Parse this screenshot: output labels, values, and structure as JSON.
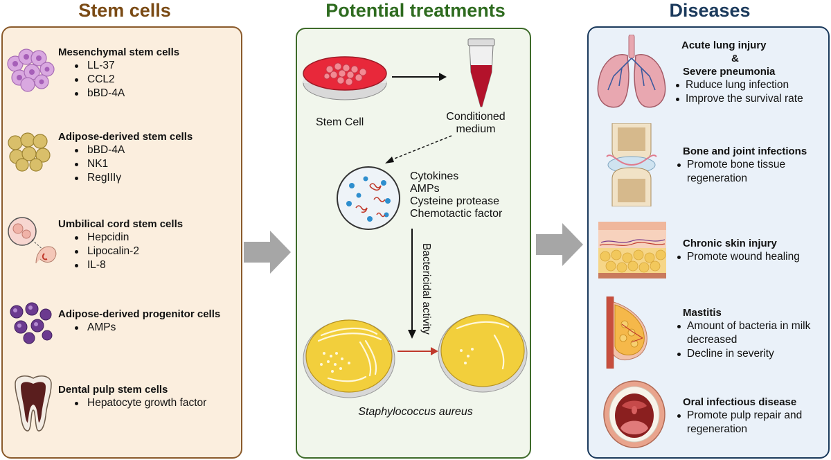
{
  "colors": {
    "stem_title": "#7a4a14",
    "treat_title": "#2e6b1f",
    "disease_title": "#1b3a5c",
    "stem_panel_bg": "#fbeede",
    "stem_panel_border": "#8a5a2b",
    "treat_panel_bg": "#f1f6ec",
    "treat_panel_border": "#3e6b2a",
    "disease_panel_bg": "#eaf1f9",
    "disease_panel_border": "#1b3a5c",
    "flow_arrow": "#a6a6a6",
    "red_arrow": "#c0392b"
  },
  "stem_cells": {
    "title": "Stem cells",
    "items": [
      {
        "name": "Mesenchymal stem cells",
        "icon": "mesenchymal-cells-icon",
        "bullets": [
          "LL-37",
          "CCL2",
          "bBD-4A"
        ]
      },
      {
        "name": "Adipose-derived stem cells",
        "icon": "adipose-cells-icon",
        "bullets": [
          "bBD-4A",
          "NK1",
          "RegIIIγ"
        ]
      },
      {
        "name": "Umbilical cord stem cells",
        "icon": "umbilical-cord-icon",
        "bullets": [
          "Hepcidin",
          "Lipocalin-2",
          "IL-8"
        ]
      },
      {
        "name": "Adipose-derived progenitor cells",
        "icon": "progenitor-cells-icon",
        "bullets": [
          "AMPs"
        ]
      },
      {
        "name": "Dental pulp stem cells",
        "icon": "tooth-icon",
        "bullets": [
          "Hepatocyte growth factor"
        ]
      }
    ]
  },
  "treatments": {
    "title": "Potential treatments",
    "stem_cell_label": "Stem Cell",
    "conditioned_line1": "Conditioned",
    "conditioned_line2": "medium",
    "factors": [
      "Cytokines",
      "AMPs",
      "Cysteine protease",
      "Chemotactic factor"
    ],
    "bactericidal_label": "Bactericidal activity",
    "organism_label": "Staphylococcus aureus"
  },
  "diseases": {
    "title": "Diseases",
    "items": [
      {
        "title_lines": [
          "Acute lung injury",
          "&",
          "Severe pneumonia"
        ],
        "icon": "lungs-icon",
        "bullets": [
          "Ruduce lung infection",
          "Improve the survival rate"
        ]
      },
      {
        "title_lines": [
          "Bone and joint infections"
        ],
        "icon": "joint-icon",
        "bullets": [
          "Promote bone tissue regeneration"
        ]
      },
      {
        "title_lines": [
          "Chronic skin injury"
        ],
        "icon": "skin-icon",
        "bullets": [
          "Promote wound healing"
        ]
      },
      {
        "title_lines": [
          "Mastitis"
        ],
        "icon": "breast-icon",
        "bullets": [
          "Amount of bacteria in milk decreased",
          "Decline in severity"
        ]
      },
      {
        "title_lines": [
          "Oral infectious disease"
        ],
        "icon": "mouth-icon",
        "bullets": [
          "Promote pulp repair and regeneration"
        ]
      }
    ]
  }
}
